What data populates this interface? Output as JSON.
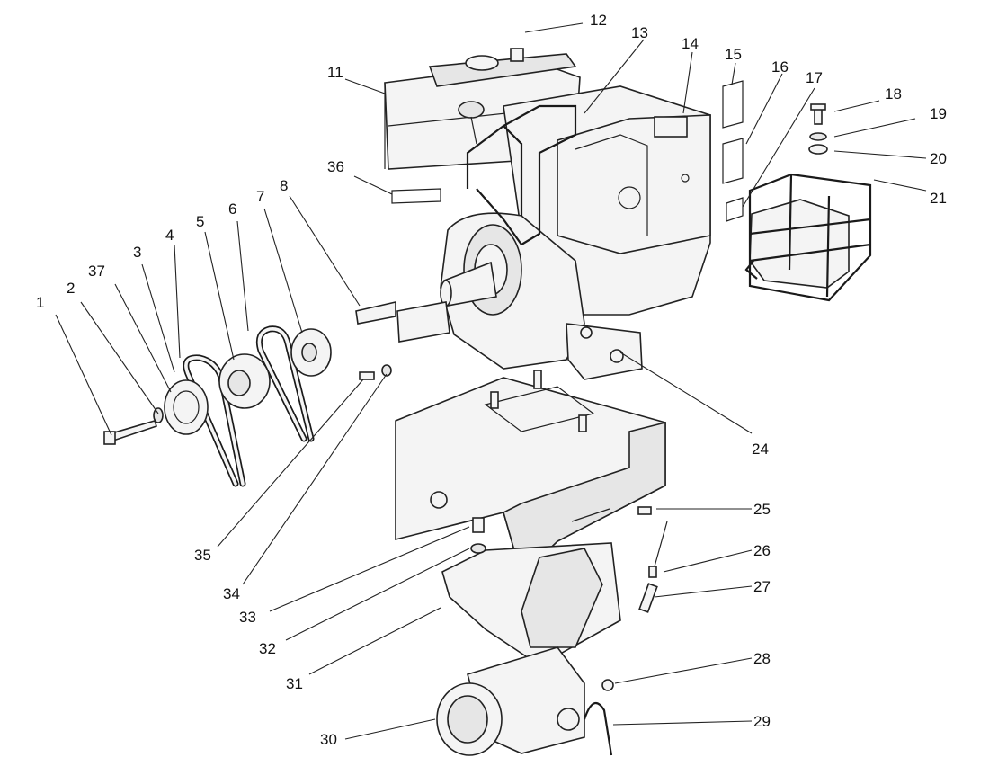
{
  "callouts": [
    "1",
    "2",
    "37",
    "3",
    "4",
    "5",
    "6",
    "7",
    "8",
    "11",
    "12",
    "13",
    "14",
    "15",
    "16",
    "17",
    "18",
    "19",
    "20",
    "21",
    "24",
    "25",
    "26",
    "27",
    "28",
    "29",
    "30",
    "31",
    "32",
    "33",
    "34",
    "35",
    "36"
  ]
}
